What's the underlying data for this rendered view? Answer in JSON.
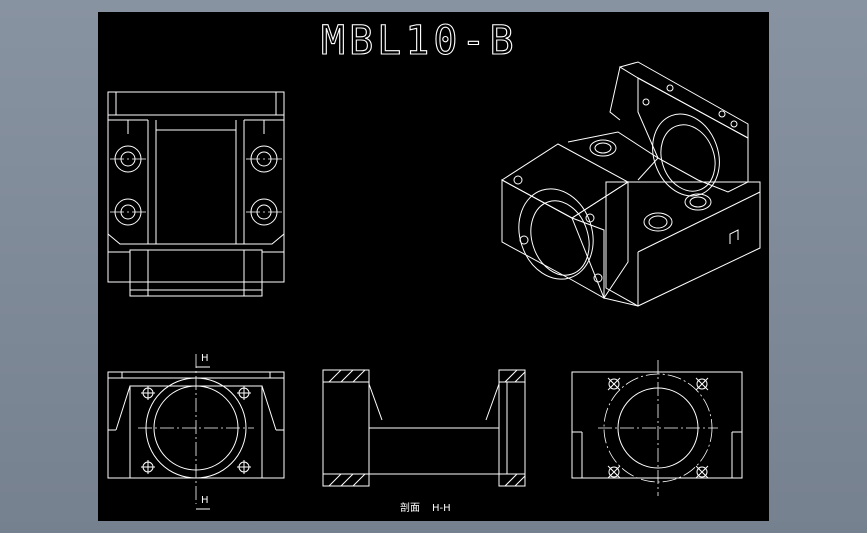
{
  "drawing": {
    "title": "MBL10-B",
    "section_marker_top": "H",
    "section_marker_bottom": "H",
    "section_label_prefix": "剖面",
    "section_label": "H-H"
  },
  "colors": {
    "background": "#000000",
    "lines": "#ffffff",
    "window_frame": "#7b8694"
  }
}
